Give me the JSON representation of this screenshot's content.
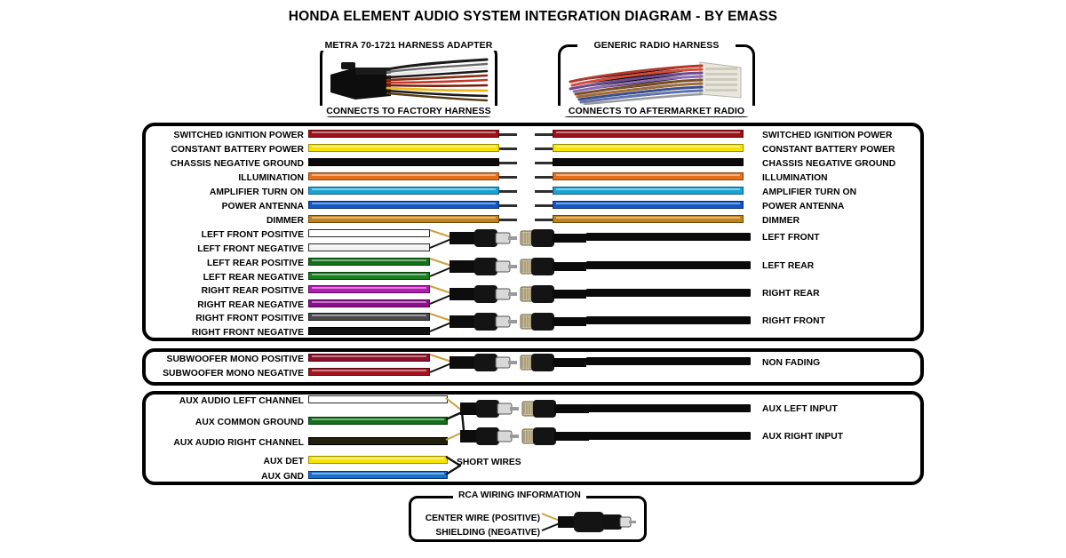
{
  "title": "HONDA ELEMENT AUDIO SYSTEM INTEGRATION DIAGRAM - BY EMASS",
  "harness_boxes": [
    {
      "top_label": "METRA 70-1721 HARNESS ADAPTER",
      "bottom_label": "CONNECTS TO FACTORY HARNESS",
      "image_name": "metra-harness-adapter-photo"
    },
    {
      "top_label": "GENERIC RADIO HARNESS",
      "bottom_label": "CONNECTS TO AFTERMARKET RADIO",
      "image_name": "generic-radio-harness-photo"
    }
  ],
  "main_panel": {
    "power_rows": [
      {
        "left_label": "SWITCHED IGNITION POWER",
        "right_label": "SWITCHED IGNITION POWER",
        "color": "#9e1118",
        "edge": "#5d0a0e"
      },
      {
        "left_label": "CONSTANT BATTERY POWER",
        "right_label": "CONSTANT BATTERY POWER",
        "color": "#f5e400",
        "edge": "#9c9100"
      },
      {
        "left_label": "CHASSIS NEGATIVE GROUND",
        "right_label": "CHASSIS NEGATIVE GROUND",
        "color": "#0a0a0a",
        "edge": "#000000"
      },
      {
        "left_label": "ILLUMINATION",
        "right_label": "ILLUMINATION",
        "color": "#e4701e",
        "edge": "#8c3f08"
      },
      {
        "left_label": "AMPLIFIER TURN ON",
        "right_label": "AMPLIFIER TURN ON",
        "color": "#1ba3d6",
        "edge": "#0c5f81"
      },
      {
        "left_label": "POWER ANTENNA",
        "right_label": "POWER ANTENNA",
        "color": "#1257c4",
        "edge": "#07306e"
      },
      {
        "left_label": "DIMMER",
        "right_label": "DIMMER",
        "color": "#c2821c",
        "edge": "#6d470c"
      }
    ],
    "speaker_groups": [
      {
        "positive_label": "LEFT FRONT POSITIVE",
        "negative_label": "LEFT FRONT NEGATIVE",
        "right_label": "LEFT FRONT",
        "positive_color": "#ffffff",
        "positive_edge": "#2b2b2b",
        "negative_color": "#f2f2f2",
        "negative_edge": "#2b2b2b"
      },
      {
        "positive_label": "LEFT REAR POSITIVE",
        "negative_label": "LEFT REAR NEGATIVE",
        "right_label": "LEFT REAR",
        "positive_color": "#13711a",
        "positive_edge": "#083d0d",
        "negative_color": "#19801f",
        "negative_edge": "#083d0d"
      },
      {
        "positive_label": "RIGHT REAR POSITIVE",
        "negative_label": "RIGHT REAR NEGATIVE",
        "right_label": "RIGHT REAR",
        "positive_color": "#b41bb4",
        "positive_edge": "#5c075c",
        "negative_color": "#8f0d8f",
        "negative_edge": "#4a044a"
      },
      {
        "positive_label": "RIGHT FRONT POSITIVE",
        "negative_label": "RIGHT FRONT NEGATIVE",
        "right_label": "RIGHT FRONT",
        "positive_color": "#4a4a4a",
        "positive_edge": "#1d1d1d",
        "negative_color": "#111111",
        "negative_edge": "#000000"
      }
    ]
  },
  "sub_panel": {
    "rows": [
      {
        "left_label": "SUBWOOFER MONO POSITIVE",
        "color": "#8d0f2a",
        "edge": "#4a0615"
      },
      {
        "left_label": "SUBWOOFER MONO NEGATIVE",
        "color": "#a5121f",
        "edge": "#550810"
      }
    ],
    "right_label": "NON FADING"
  },
  "aux_panel": {
    "rows": [
      {
        "left_label": "AUX AUDIO LEFT CHANNEL",
        "color": "#ffffff",
        "edge": "#2b2b2b"
      },
      {
        "left_label": "AUX COMMON GROUND",
        "color": "#13711a",
        "edge": "#083d0d"
      },
      {
        "left_label": "AUX AUDIO RIGHT CHANNEL",
        "color": "#20200c",
        "edge": "#000000"
      },
      {
        "left_label": "AUX DET",
        "color": "#f5e400",
        "edge": "#9c9100"
      },
      {
        "left_label": "AUX GND",
        "color": "#1570d0",
        "edge": "#07306e"
      }
    ],
    "right_labels": [
      "AUX LEFT INPUT",
      "AUX RIGHT INPUT"
    ],
    "short_wires_label": "SHORT WIRES"
  },
  "rca_box": {
    "title": "RCA WIRING INFORMATION",
    "center_wire_label": "CENTER WIRE (POSITIVE)",
    "shielding_label": "SHIELDING (NEGATIVE)"
  }
}
